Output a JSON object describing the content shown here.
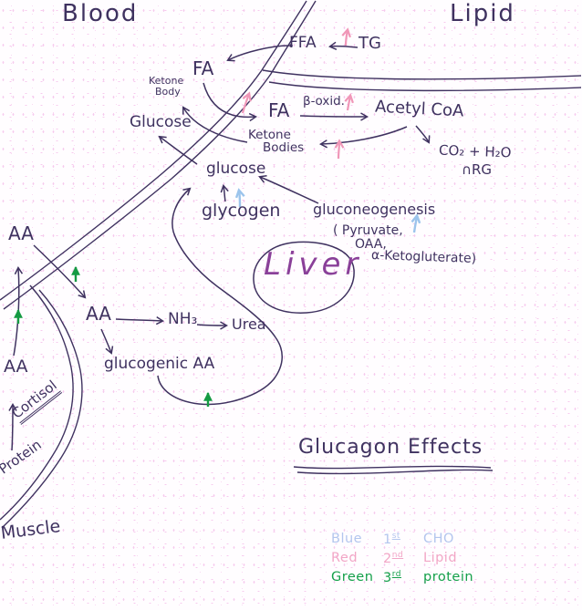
{
  "regions": {
    "blood": "Blood",
    "lipid": "Lipid",
    "liver": "Liver",
    "muscle": "Muscle"
  },
  "nodes": {
    "ffa": "FFA",
    "tg": "TG",
    "fa_blood": "FA",
    "fa_liver": "FA",
    "beta_oxidation": "β-oxid.",
    "acetyl_coa": "Acetyl CoA",
    "co2_h2o": "CO₂ + H₂O",
    "energy": "∩RG",
    "ketone_body_blood_line1": "Ketone",
    "ketone_body_blood_line2": "Body",
    "ketone_bodies_liver_line1": "Ketone",
    "ketone_bodies_liver_line2": "Bodies",
    "glucose_blood": "Glucose",
    "glucose_liver": "glucose",
    "glycogen": "glycogen",
    "gluconeogenesis": "gluconeogenesis",
    "gluconeogenesis_substrates_line1": "( Pyruvate,",
    "gluconeogenesis_substrates_line2": "OAA,",
    "gluconeogenesis_substrates_line3": "α-Ketogluterate)",
    "aa_blood": "AA",
    "aa_liver": "AA",
    "aa_muscle": "AA",
    "nh3": "NH₃",
    "urea": "Urea",
    "glucogenic_aa": "glucogenic AA",
    "cortisol": "Cortisol",
    "protein": "Protein"
  },
  "heading": "Glucagon Effects",
  "legend": {
    "rows": [
      {
        "color_name": "Blue",
        "rank": "1",
        "rank_suffix": "st",
        "target": "CHO",
        "color": "#b3c6ee"
      },
      {
        "color_name": "Red",
        "rank": "2",
        "rank_suffix": "nd",
        "target": "Lipid",
        "color": "#f2a6c6"
      },
      {
        "color_name": "Green",
        "rank": "3",
        "rank_suffix": "rd",
        "target": "protein",
        "color": "#14a04a"
      }
    ]
  },
  "colors": {
    "ink": "#3f3260",
    "ink_soft": "#53418a",
    "liver_text": "#8a4099",
    "pink_arrow": "#f097b8",
    "blue_arrow": "#9cc4ec",
    "green_arrow": "#159a43",
    "legend_blue": "#b3c6ee",
    "legend_red": "#f2a6c6",
    "legend_green": "#14a04a",
    "paper": "#fffdff",
    "speckle": "#f7c9ee"
  }
}
